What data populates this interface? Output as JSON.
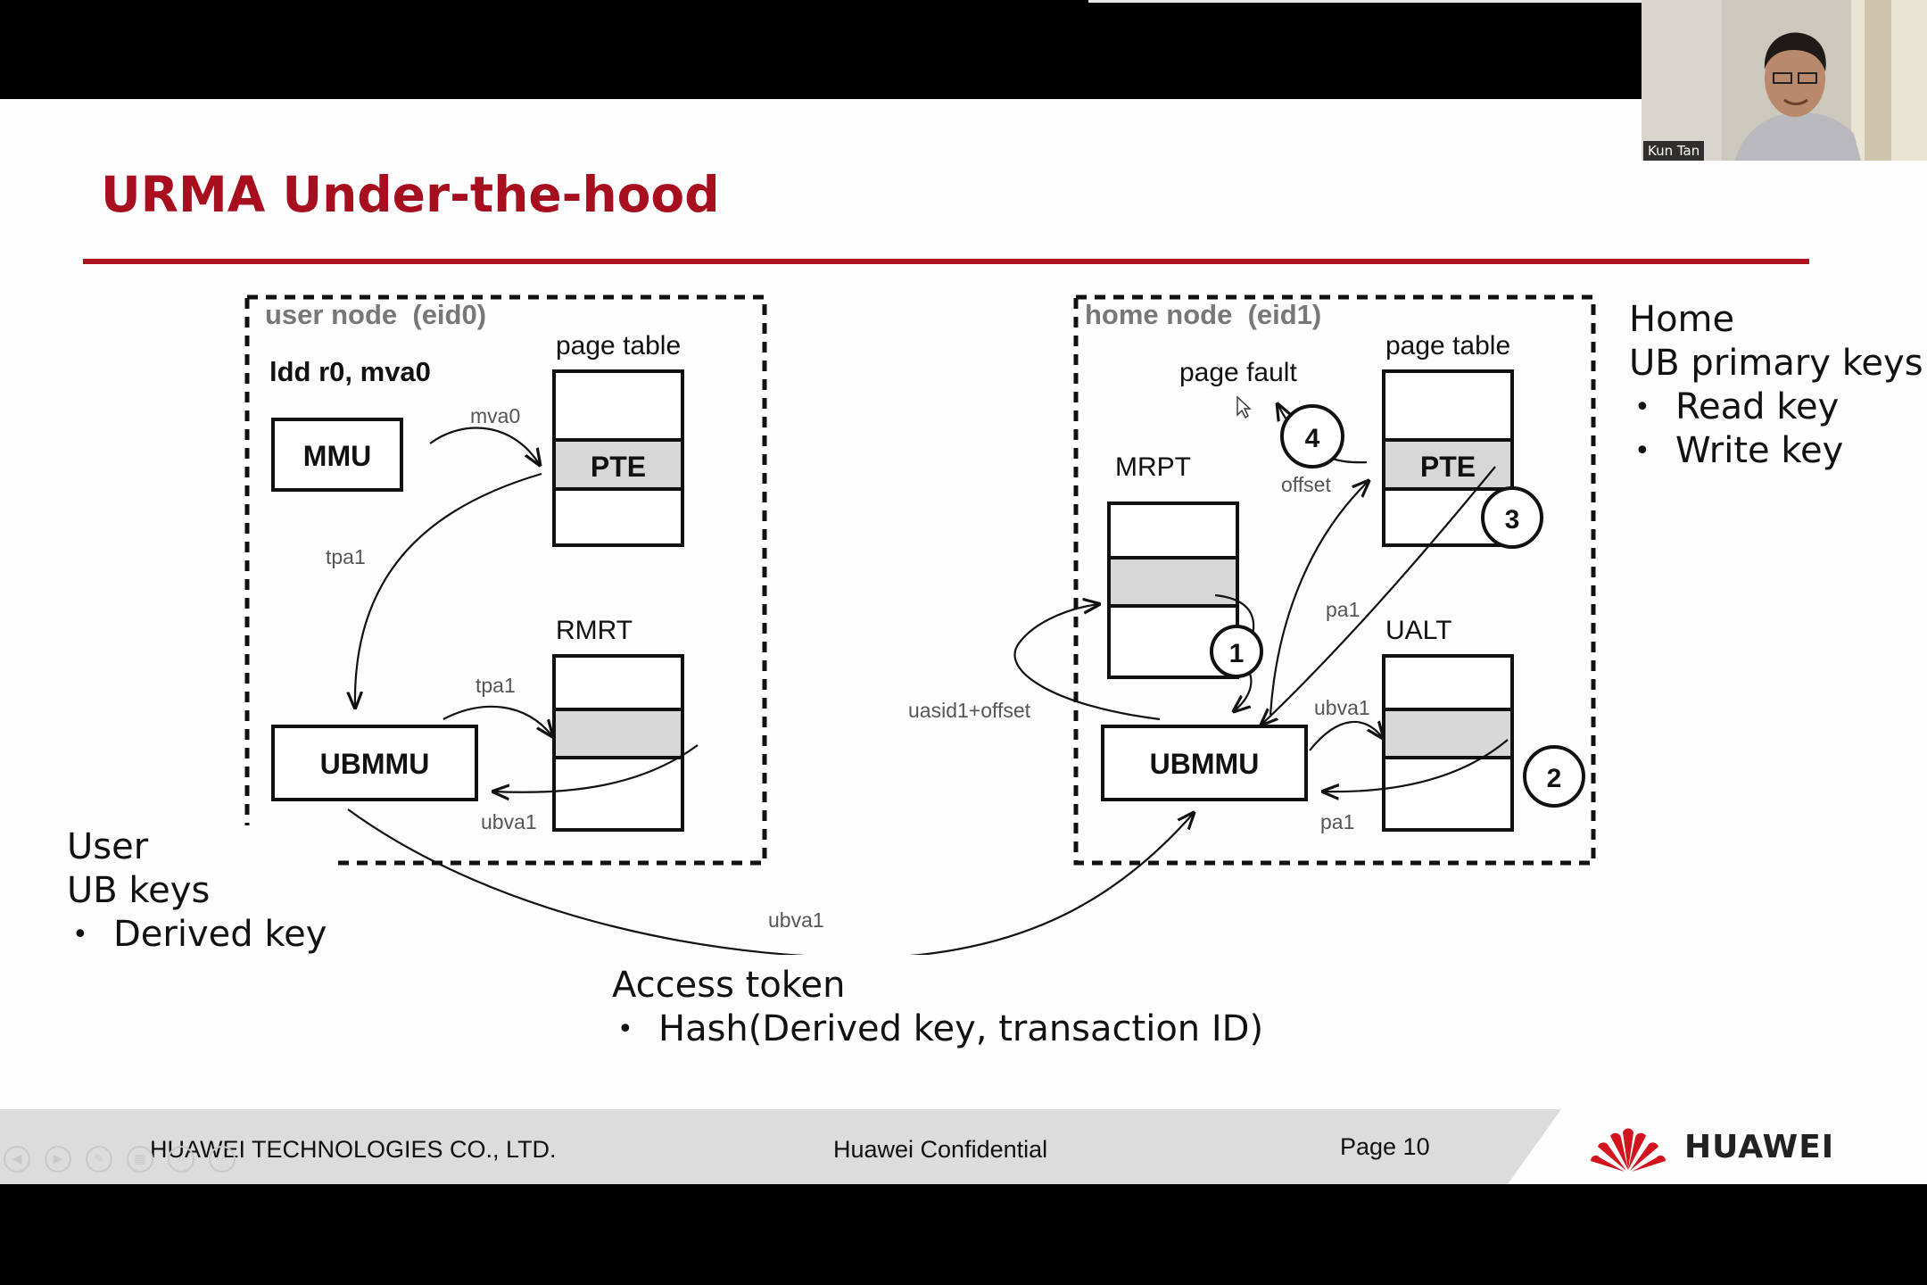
{
  "slide": {
    "title": "URMA Under-the-hood",
    "diagram": {
      "user_node": {
        "label": "user node  (eid0)",
        "instruction": "ldd r0, mva0",
        "mmu": "MMU",
        "page_table": "page table",
        "pte": "PTE",
        "rmrt": "RMRT",
        "ubmmu": "UBMMU",
        "edge_mva0": "mva0",
        "edge_tpa1_left": "tpa1",
        "edge_tpa1_right": "tpa1",
        "edge_ubva1": "ubva1"
      },
      "home_node": {
        "label": "home node  (eid1)",
        "page_table": "page table",
        "page_fault": "page fault",
        "mrpt": "MRPT",
        "pte": "PTE",
        "ualt": "UALT",
        "ubmmu": "UBMMU",
        "edge_offset": "offset",
        "edge_pa1_top": "pa1",
        "edge_ubva1": "ubva1",
        "edge_pa1_bottom": "pa1",
        "edge_uasid": "uasid1+offset",
        "step1": "1",
        "step2": "2",
        "step3": "3",
        "step4": "4"
      },
      "cross_edge": "ubva1"
    },
    "home_keys": {
      "line1": "Home",
      "line2": "UB primary keys",
      "bullets": [
        "Read key",
        "Write key"
      ]
    },
    "user_keys": {
      "line1": "User",
      "line2": "UB keys",
      "bullets": [
        "Derived key"
      ]
    },
    "access_token": {
      "title": "Access token",
      "bullets": [
        "Hash(Derived key, transaction ID)"
      ]
    },
    "footer": {
      "company": "HUAWEI TECHNOLOGIES CO., LTD.",
      "confidential": "Huawei Confidential",
      "page": "Page 10",
      "brand": "HUAWEI"
    }
  },
  "video": {
    "participant_name": "Kun Tan"
  },
  "colors": {
    "title_red": "#a80f1e",
    "rule_red": "#b0121f",
    "footer_gray": "#dcdcdc",
    "logo_red": "#d2141e"
  }
}
